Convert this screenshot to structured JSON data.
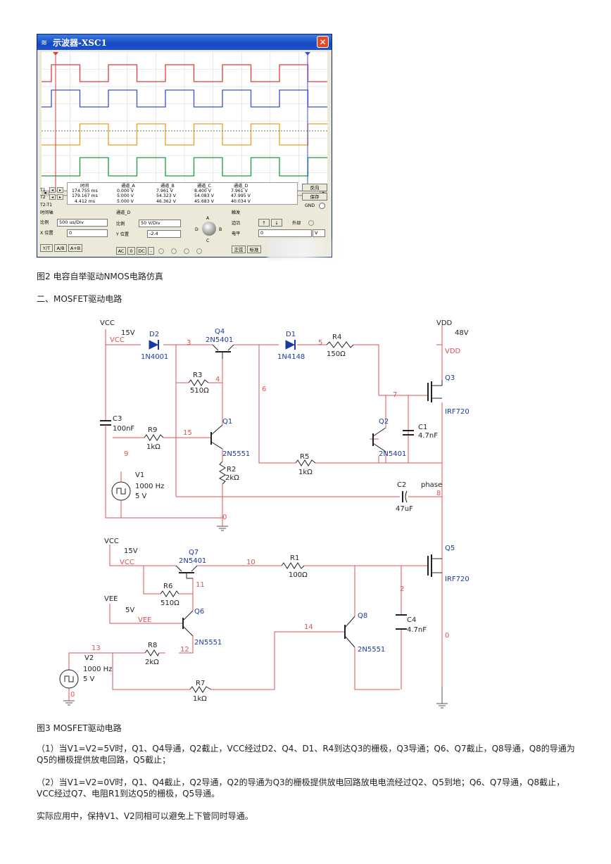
{
  "oscilloscope": {
    "title": "示波器-XSC1",
    "close_glyph": "✕",
    "window_icon": "oscilloscope-icon",
    "measure": {
      "t1": "T1",
      "t2": "T2",
      "t2t1": "T2-T1",
      "headers": [
        "时间",
        "通道_A",
        "通道_B",
        "通道_C",
        "通道_D"
      ],
      "rows": [
        [
          "174.755 ms",
          "0.000 V",
          "7.961 V",
          "8.400 V",
          "7.961 V"
        ],
        [
          "179.167 ms",
          "5.000 V",
          "54.323 V",
          "54.083 V",
          "47.995 V"
        ],
        [
          "4.412 ms",
          "5.000 V",
          "46.362 V",
          "45.683 V",
          "40.034 V"
        ]
      ]
    },
    "reverse_button": "反向",
    "save_button": "保存",
    "gnd_label": "GND",
    "timebase": {
      "group_label": "时间轴",
      "scale_label": "比例",
      "scale_value": "500 us/Div",
      "xpos_label": "X 位置",
      "xpos_value": "0",
      "mode_yt": "Y/T",
      "mode_ab": "A/B",
      "mode_apb": "A+B"
    },
    "channel": {
      "group_label": "通道_D",
      "scale_label": "比例",
      "scale_value": "50 V/Div",
      "ypos_label": "Y 位置",
      "ypos_value": "-2.4",
      "ac": "AC",
      "zero": "0",
      "dc": "DC",
      "minus": "-",
      "knob_a": "A",
      "knob_b": "B",
      "knob_c": "C",
      "knob_d": "D"
    },
    "trigger": {
      "group_label": "触发",
      "edge_label": "边沿",
      "level_label": "电平",
      "level_value": "0",
      "level_unit": "V",
      "external": "外部",
      "normal": "正弦",
      "standard": "标准",
      "rise_glyph": "↑",
      "fall_glyph": "↓"
    }
  },
  "caption_fig2": "图2 电容自举驱动NMOS电路仿真",
  "section_heading": "二、MOSFET驱动电路",
  "schematic": {
    "vcc": "VCC",
    "v15": "15V",
    "vcc_net": "VCC",
    "d2": "D2",
    "d2_part": "1N4001",
    "q4": "Q4",
    "q4_part": "2N5401",
    "d1": "D1",
    "d1_part": "1N4148",
    "r4": "R4",
    "r4_val": "150Ω",
    "vdd": "VDD",
    "v48": "48V",
    "vdd_net": "VDD",
    "r3": "R3",
    "r3_val": "510Ω",
    "q3": "Q3",
    "q3_part": "IRF720",
    "c3": "C3",
    "c3_val": "100nF",
    "r9": "R9",
    "r9_val": "1kΩ",
    "q1": "Q1",
    "q1_part": "2N5551",
    "q2": "Q2",
    "q2_part": "2N5401",
    "c1": "C1",
    "c1_val": "4.7nF",
    "r5": "R5",
    "r5_val": "1kΩ",
    "r2": "R2",
    "r2_val": "2kΩ",
    "v1": "V1",
    "v1_freq": "1000 Hz",
    "v1_amp": "5 V",
    "c2": "C2",
    "c2_val": "47uF",
    "phase": "phase",
    "n3": "3",
    "n4": "4",
    "n5": "5",
    "n6": "6",
    "n7": "7",
    "n8": "8",
    "n9": "9",
    "n15": "15",
    "n0a": "0",
    "vcc2": "VCC",
    "v15b": "15V",
    "vcc2_net": "VCC",
    "q7": "Q7",
    "q7_part": "2N5401",
    "n10": "10",
    "r1": "R1",
    "r1_val": "100Ω",
    "q5": "Q5",
    "q5_part": "IRF720",
    "n11": "11",
    "r6": "R6",
    "r6_val": "510Ω",
    "n2": "2",
    "vee": "VEE",
    "v5": "5V",
    "vee_net": "VEE",
    "q6": "Q6",
    "q6_part": "2N5551",
    "q8": "Q8",
    "q8_part": "2N5551",
    "c4": "C4",
    "c4_val": "4.7nF",
    "n14": "14",
    "n0b": "0",
    "v2": "V2",
    "v2_freq": "1000 Hz",
    "v2_amp": "5 V",
    "n13": "13",
    "n0c": "0",
    "r8": "R8",
    "r8_val": "2kΩ",
    "n12": "12",
    "r7": "R7",
    "r7_val": "1kΩ"
  },
  "caption_fig3": "图3 MOSFET驱动电路",
  "paragraphs": [
    "（1）当V1=V2=5V时，Q1、Q4导通，Q2截止，VCC经过D2、Q4、D1、R4到达Q3的栅极，Q3导通；Q6、Q7截止，Q8导通，Q8的导通为Q5的栅极提供放电回路，Q5截止；",
    "（2）当V1=V2=0V时，Q1、Q4截止，Q2导通，Q2的导通为Q3的栅极提供放电回路放电电流经过Q2、Q5到地；Q6、Q7导通，Q8截止，VCC经过Q7、电阻R1到达Q5的栅极，Q5导通。",
    "实际应用中，保持V1、V2同相可以避免上下管同时导通。"
  ],
  "colors": {
    "trace_a": "#e23a3a",
    "trace_b": "#3a4fd0",
    "trace_c": "#e8a020",
    "trace_d": "#1f9a3a",
    "wire_red": "#e05050",
    "label_blue": "#1a3aa0"
  }
}
